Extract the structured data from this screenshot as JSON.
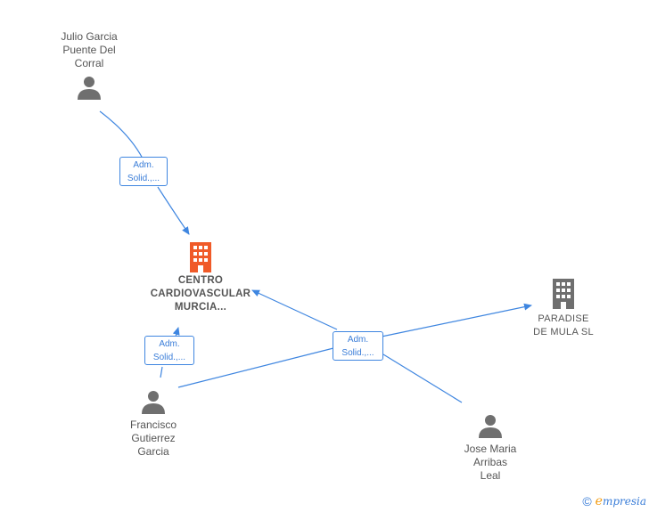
{
  "nodes": {
    "julio": {
      "label": "Julio Garcia\nPuente Del\nCorral",
      "kind": "person"
    },
    "centro": {
      "label": "CENTRO\nCARDIOVASCULAR\nMURCIA...",
      "kind": "company-main"
    },
    "paradise": {
      "label": "PARADISE\nDE MULA  SL",
      "kind": "company"
    },
    "francisco": {
      "label": "Francisco\nGutierrez\nGarcia",
      "kind": "person"
    },
    "jose": {
      "label": "Jose Maria\nArribas\nLeal",
      "kind": "person"
    }
  },
  "edge_labels": {
    "julio_centro": "Adm.\nSolid.,...",
    "francisco_centro": "Adm.\nSolid.,...",
    "jose_shared": "Adm.\nSolid.,..."
  },
  "brand": {
    "copyright": "©",
    "e": "e",
    "rest": "mpresia"
  },
  "colors": {
    "edge": "#3f86e0",
    "person_icon": "#6f6f6f",
    "main_company_icon": "#f05a28",
    "company_icon": "#6f6f6f"
  }
}
